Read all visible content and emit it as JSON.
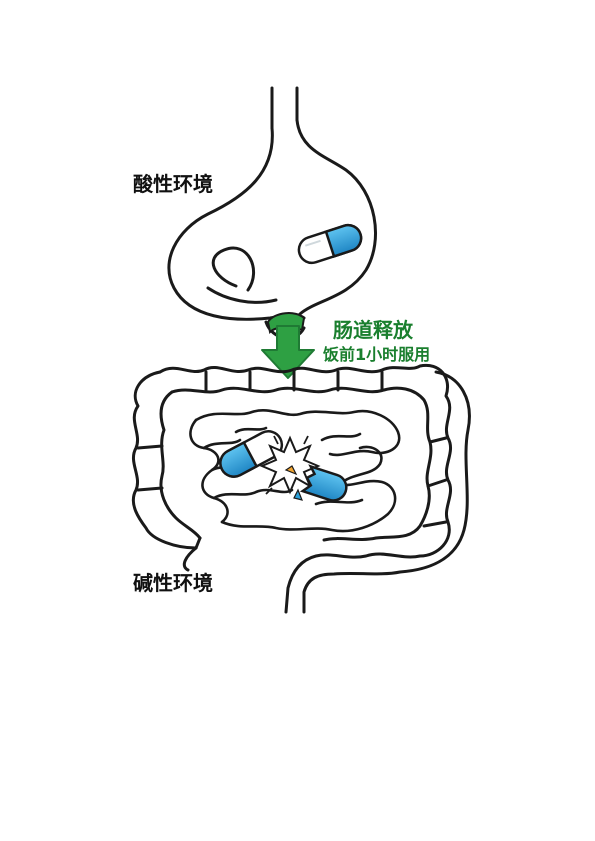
{
  "labels": {
    "acid_environment": "酸性环境",
    "intestinal_release": "肠道释放",
    "dosing_timing": "饭前1小时服用",
    "alkaline_environment": "碱性环境"
  },
  "colors": {
    "outline": "#1a1a1a",
    "organ_fill": "#ffffff",
    "capsule_blue": "#2a9fd8",
    "capsule_white": "#ffffff",
    "arrow_green": "#2ea043",
    "text_green": "#1a7f2e",
    "text_black": "#111111"
  },
  "icons": [
    "stomach",
    "intestines",
    "capsule",
    "burst-capsule",
    "down-arrow"
  ]
}
